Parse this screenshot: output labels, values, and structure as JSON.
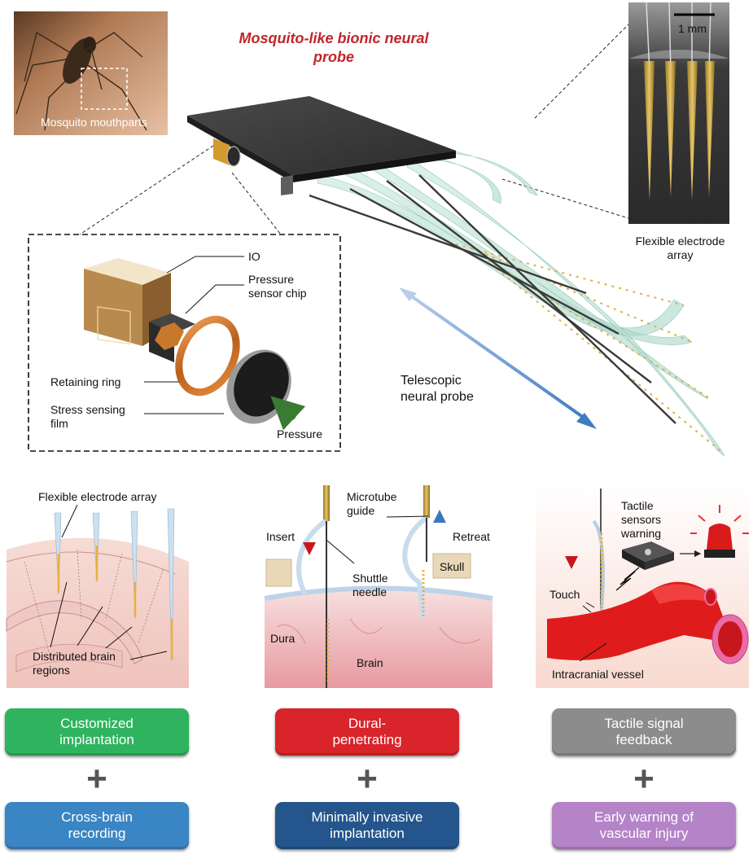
{
  "title": "Mosquito-like bionic neural probe",
  "photo_label": "Mosquito mouthparts",
  "scale_bar": "1 mm",
  "flex_array_label": "Flexible electrode array",
  "telescopic_label": "Telescopic neural probe",
  "sensor_parts": {
    "io": "IO",
    "chip": "Pressure sensor chip",
    "ring": "Retaining ring",
    "film": "Stress sensing film",
    "pressure": "Pressure"
  },
  "panel_left": {
    "array_label": "Flexible electrode array",
    "regions_label": "Distributed brain regions"
  },
  "panel_mid": {
    "microtube": "Microtube guide",
    "insert": "Insert",
    "retreat": "Retreat",
    "shuttle": "Shuttle needle",
    "skull": "Skull",
    "dura": "Dura",
    "brain": "Brain"
  },
  "panel_right": {
    "tactile": "Tactile sensors warning",
    "touch": "Touch",
    "vessel": "Intracranial vessel"
  },
  "features": [
    {
      "top": "Customized implantation",
      "bottom": "Cross-brain recording",
      "top_color": "#2fb35f",
      "bottom_color": "#3a85c4"
    },
    {
      "top": "Dural-penetrating",
      "bottom": "Minimally invasive implantation",
      "top_color": "#d8242a",
      "bottom_color": "#24558c"
    },
    {
      "top": "Tactile signal feedback",
      "bottom": "Early warning of vascular injury",
      "top_color": "#8c8c8c",
      "bottom_color": "#b583c8"
    }
  ],
  "plus_sign": "+"
}
